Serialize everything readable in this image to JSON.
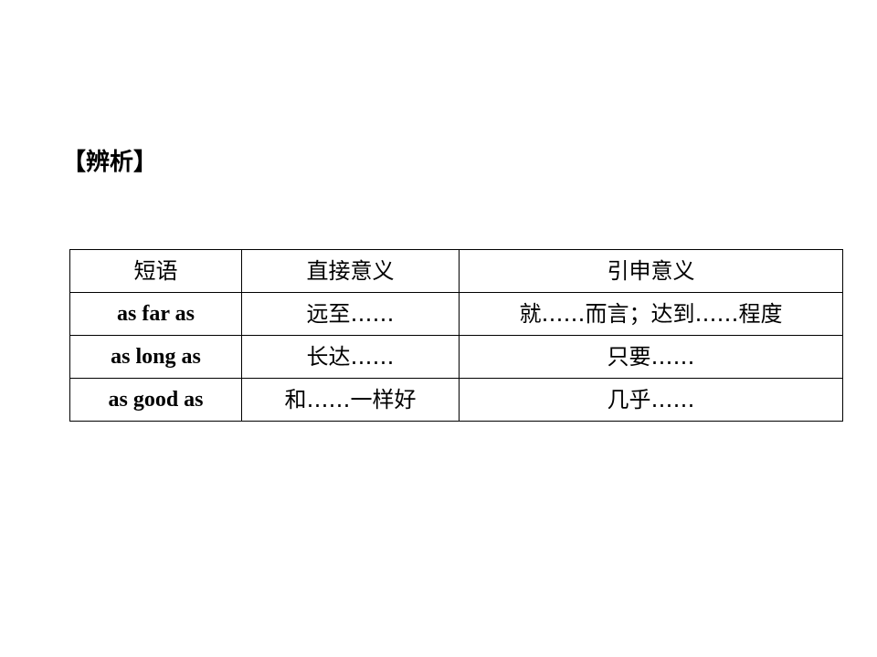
{
  "section": {
    "title": "【辨析】"
  },
  "table": {
    "headers": [
      "短语",
      "直接意义",
      "引申意义"
    ],
    "rows": [
      {
        "phrase": "as far as",
        "direct": "远至……",
        "extended": "就……而言；达到……程度"
      },
      {
        "phrase": "as long as",
        "direct": "长达……",
        "extended": "只要……"
      },
      {
        "phrase": "as good as",
        "direct": "和……一样好",
        "extended": "几乎……"
      }
    ]
  }
}
